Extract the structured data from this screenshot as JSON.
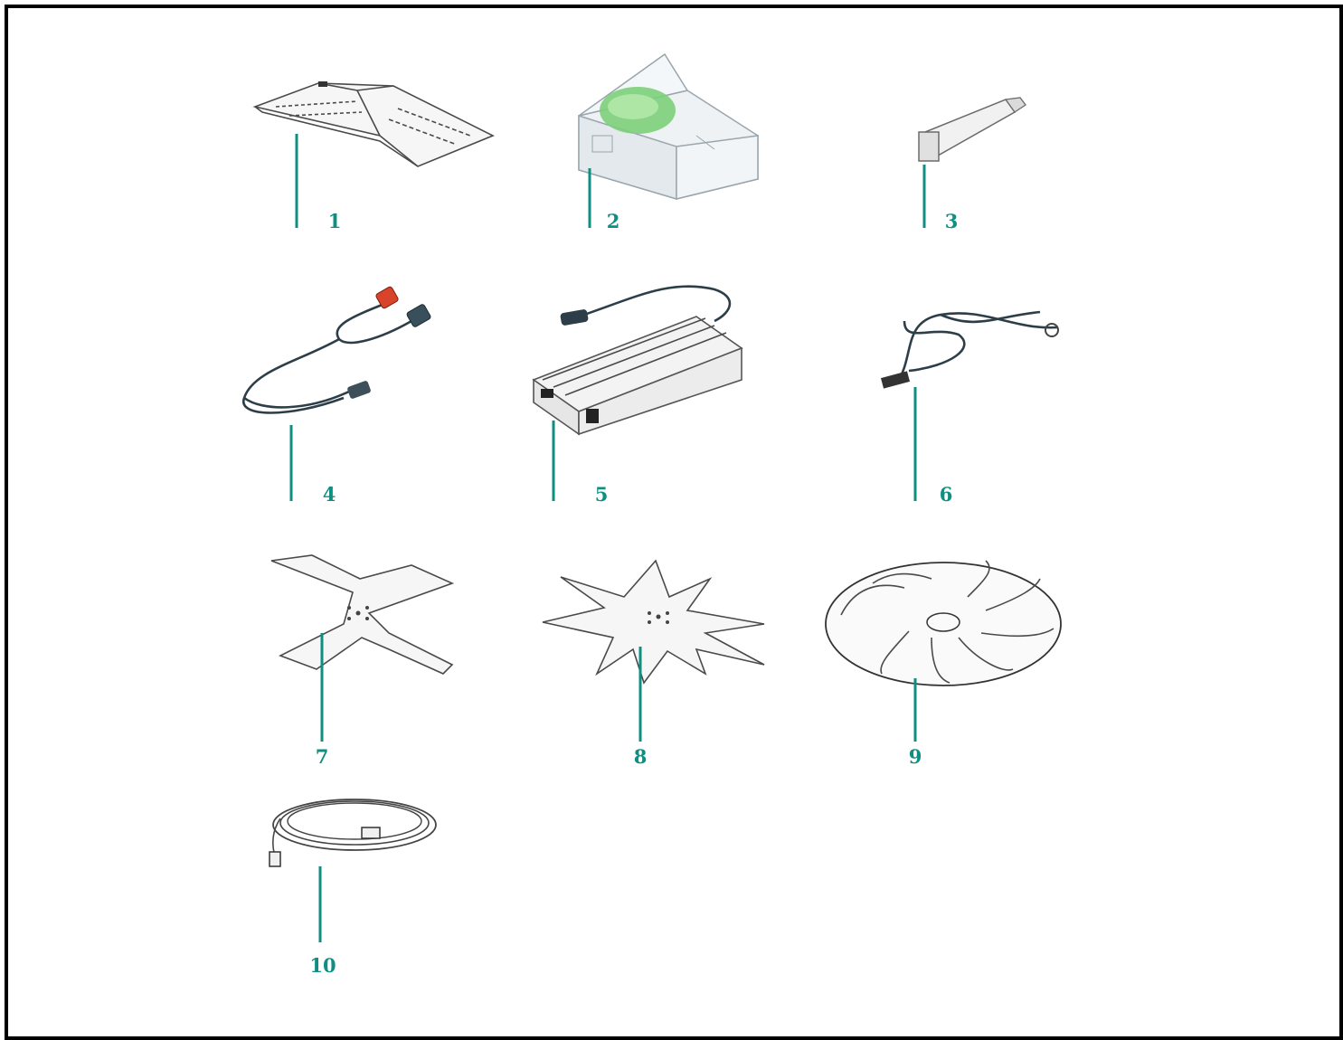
{
  "colors": {
    "accent": "#0f8f82",
    "frame": "#000000",
    "box_green": "#7ccf7a",
    "plug_red": "#d8432a"
  },
  "parts": [
    {
      "number": "1",
      "icon": "manual-icon"
    },
    {
      "number": "2",
      "icon": "boxed-kit-icon"
    },
    {
      "number": "3",
      "icon": "grease-tube-icon"
    },
    {
      "number": "4",
      "icon": "connection-cable-icon"
    },
    {
      "number": "5",
      "icon": "power-supply-icon"
    },
    {
      "number": "6",
      "icon": "power-cord-icon"
    },
    {
      "number": "7",
      "icon": "four-point-blade-icon"
    },
    {
      "number": "8",
      "icon": "star-blade-icon"
    },
    {
      "number": "9",
      "icon": "disc-blade-icon"
    },
    {
      "number": "10",
      "icon": "boundary-wire-icon"
    }
  ]
}
